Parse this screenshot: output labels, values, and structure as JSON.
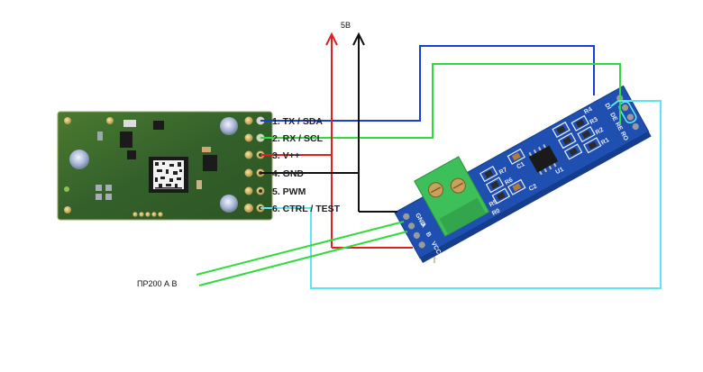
{
  "diagram": {
    "supply_label": "5В",
    "bus_label": "ПР200 А В",
    "sensor_pins": [
      {
        "label": "1. TX / SDA",
        "wire_color": "#1a3fd6"
      },
      {
        "label": "2. RX / SCL",
        "wire_color": "#2fdc3a"
      },
      {
        "label": "3. V++",
        "wire_color": "#e02020"
      },
      {
        "label": "4. GND",
        "wire_color": "#111111"
      },
      {
        "label": "5. PWM",
        "wire_color": ""
      },
      {
        "label": "6. CTRL / TEST",
        "wire_color": "#5ee6f0"
      }
    ],
    "rs485_module": {
      "left_pins": [
        "GND",
        "A",
        "B",
        "VCC"
      ],
      "right_pins": [
        "DI",
        "DE",
        "RE",
        "RO"
      ],
      "components": [
        "R4",
        "R3",
        "R2",
        "R1",
        "C1",
        "U1",
        "R7",
        "R6",
        "R5",
        "C2",
        "R0"
      ]
    },
    "colors": {
      "tx_wire": "#1a3fd6",
      "rx_wire": "#2fdc3a",
      "power_wire": "#e02020",
      "ground_wire": "#111111",
      "ctrl_wire": "#5ee6f0",
      "sensor_pcb": "#3f6b2a",
      "module_pcb": "#1f4fb0",
      "terminal_block": "#3dbf5a"
    }
  }
}
